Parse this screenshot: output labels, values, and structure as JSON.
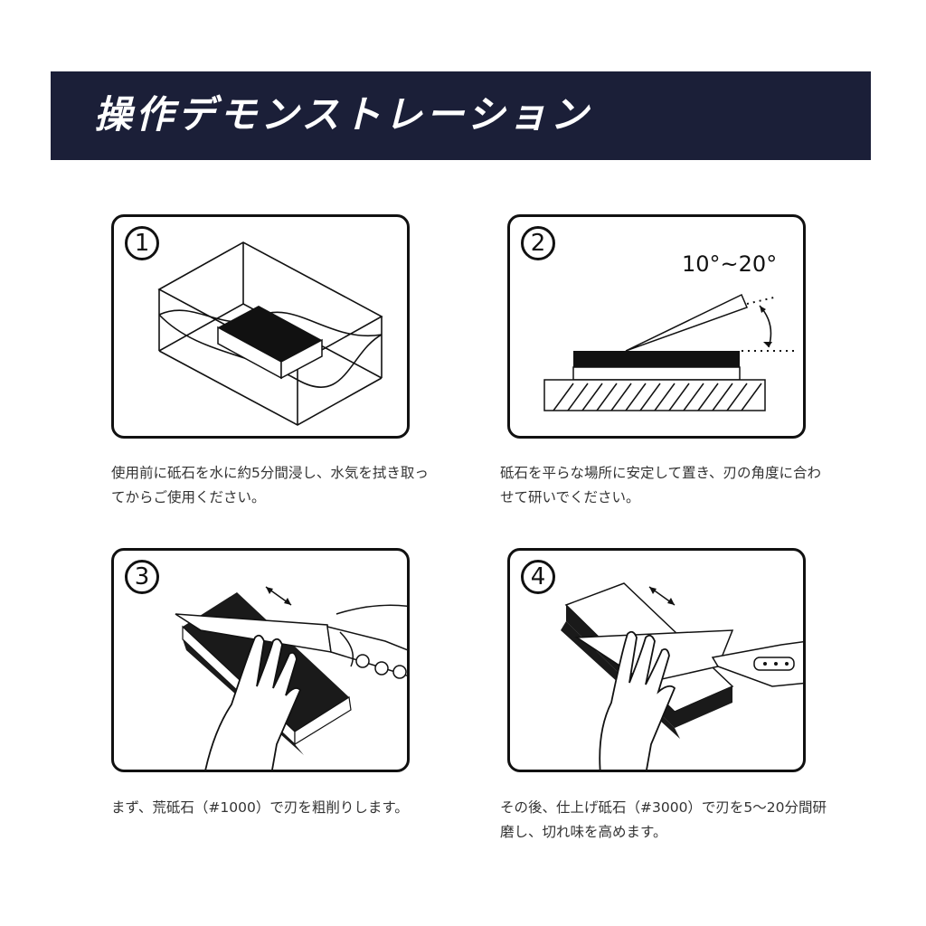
{
  "banner": {
    "title": "操作デモンストレーション"
  },
  "steps": [
    {
      "number": "1",
      "caption": "使用前に砥石を水に約5分間浸し、水気を拭き取ってからご使用ください。"
    },
    {
      "number": "2",
      "caption": "砥石を平らな場所に安定して置き、刃の角度に合わせて研いでください。",
      "angle_label": "10°~20°"
    },
    {
      "number": "3",
      "caption": "まず、荒砥石（#1000）で刃を粗削りします。"
    },
    {
      "number": "4",
      "caption": "その後、仕上げ砥石（#3000）で刃を5～20分間研磨し、切れ味を高めます。"
    }
  ]
}
